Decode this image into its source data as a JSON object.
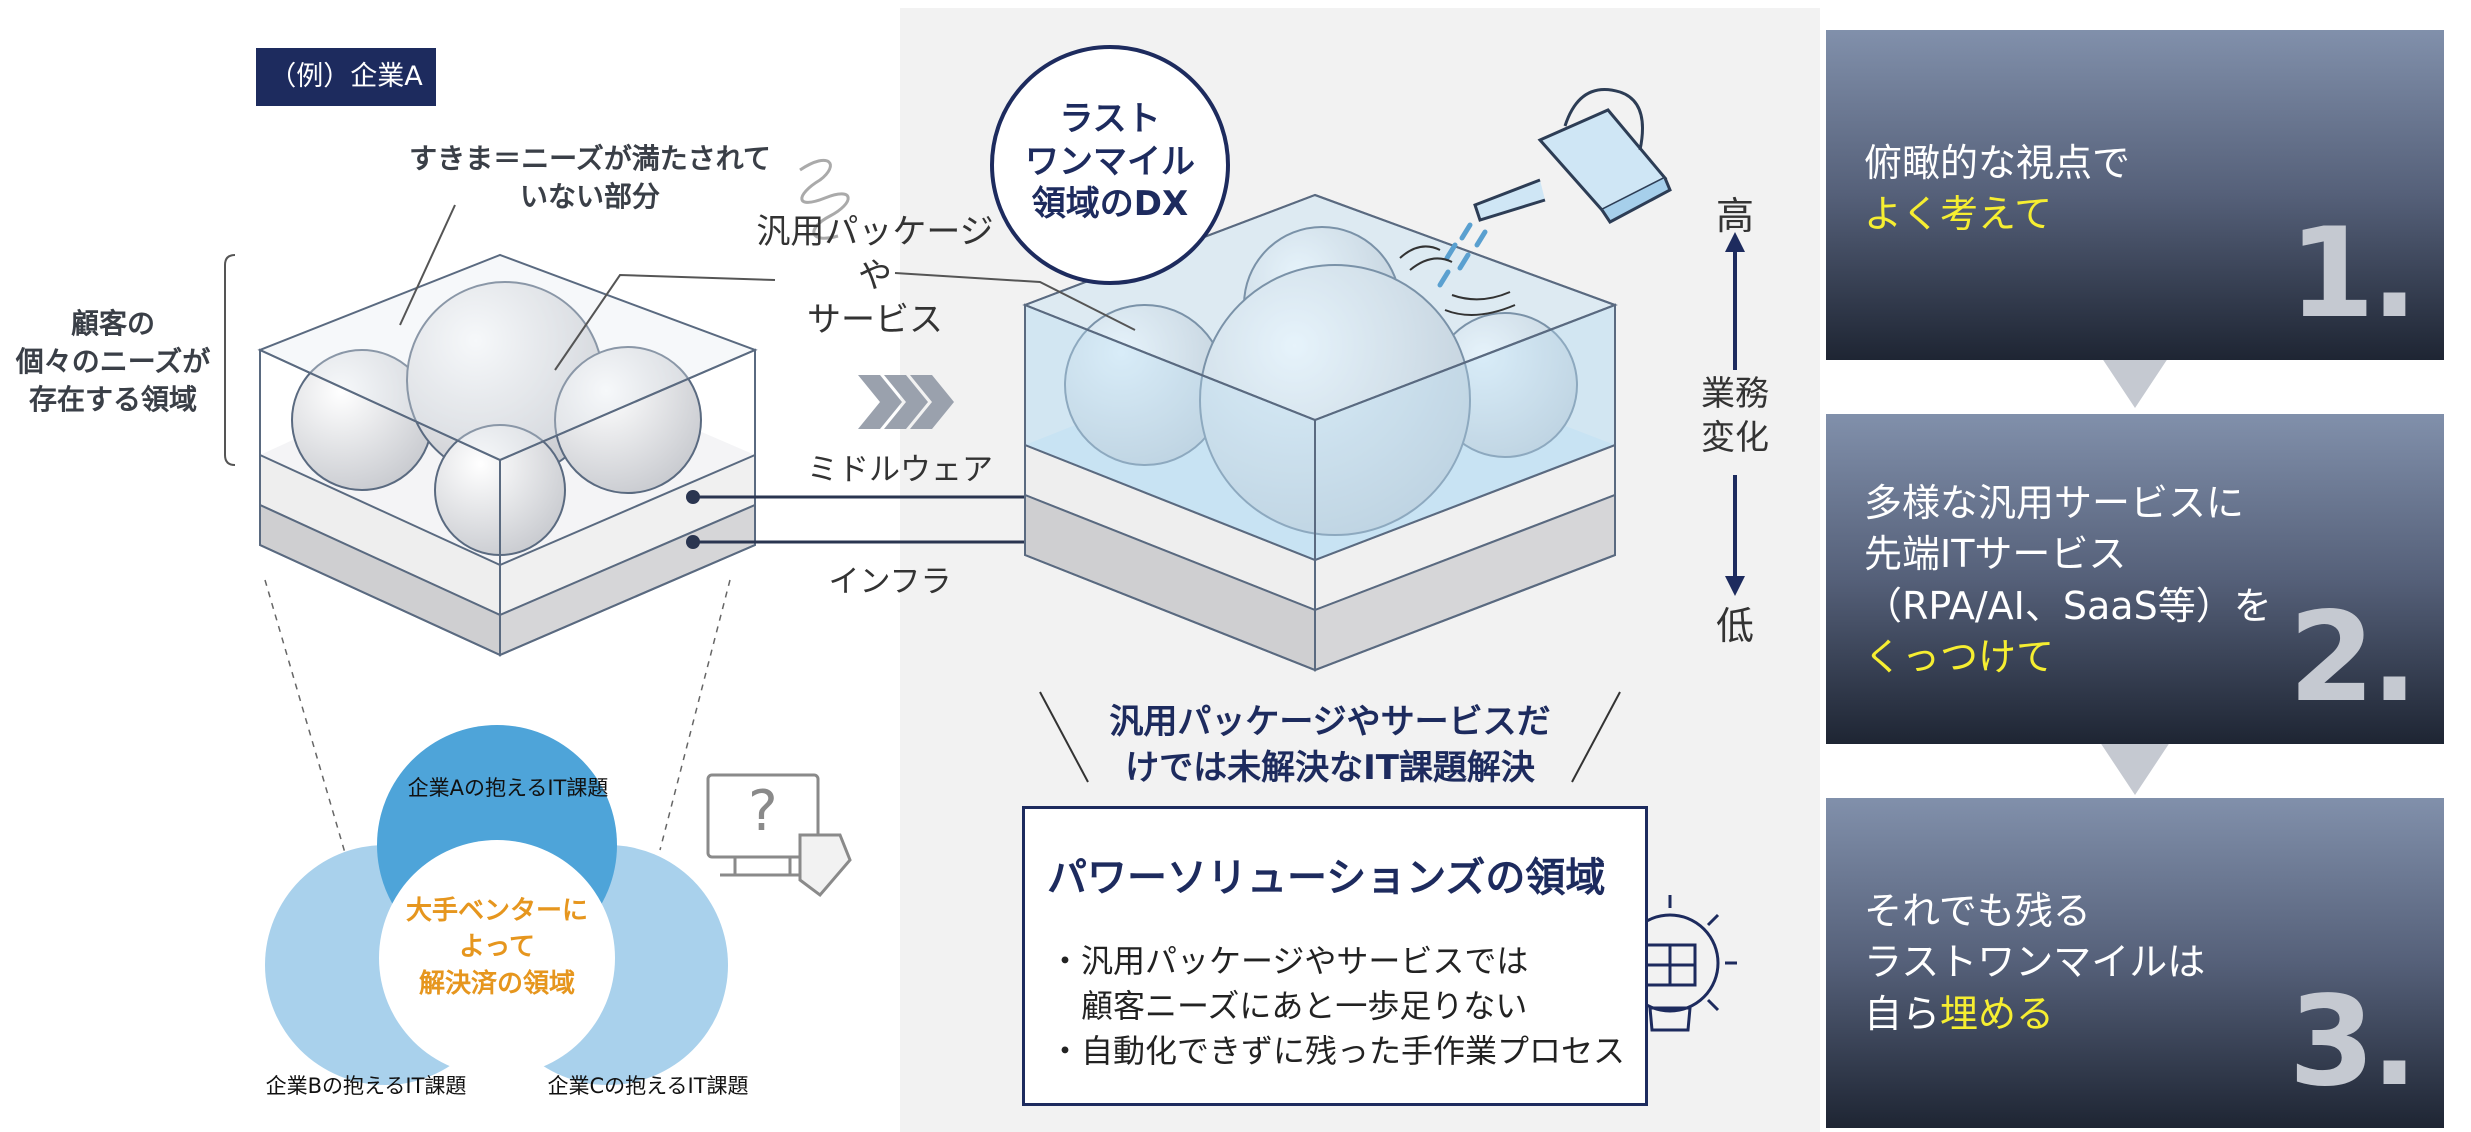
{
  "example_badge": "（例）企業A",
  "left": {
    "gap_label_line1": "すきま＝ニーズが満たされて",
    "gap_label_line2": "いない部分",
    "customer_area_line1": "顧客の",
    "customer_area_line2": "個々のニーズが",
    "customer_area_line3": "存在する領域"
  },
  "middle": {
    "package_line1": "汎用パッケージ",
    "package_line2": "や",
    "package_line3": "サービス",
    "middleware": "ミドルウェア",
    "infra": "インフラ",
    "last_mile_line1": "ラスト",
    "last_mile_line2": "ワンマイル",
    "last_mile_line3": "領域のDX"
  },
  "scale": {
    "high": "高",
    "label_line1": "業務",
    "label_line2": "変化",
    "low": "低"
  },
  "venn": {
    "a": "企業Aの抱えるIT課題",
    "b": "企業Bの抱えるIT課題",
    "c": "企業Cの抱えるIT課題",
    "center_line1": "大手ベンターに",
    "center_line2": "よって",
    "center_line3": "解決済の領域"
  },
  "headline_line1": "汎用パッケージやサービスだ",
  "headline_line2": "けでは未解決なIT課題解決",
  "solutions_box": {
    "title": "パワーソリューションズの領域",
    "bullet1_line1": "・汎用パッケージやサービスでは",
    "bullet1_line2": "　顧客ニーズにあと一歩足りない",
    "bullet2": "・自動化できずに残った手作業プロセス"
  },
  "steps": [
    {
      "line1": "俯瞰的な視点で",
      "highlight": "よく考えて",
      "number": "1."
    },
    {
      "line1": "多様な汎用サービスに",
      "line2": "先端ITサービス",
      "line3": "（RPA/AI、SaaS等）を",
      "highlight": "くっつけて",
      "number": "2."
    },
    {
      "line1": "それでも残る",
      "line2": "ラストワンマイルは",
      "prefix": "自ら",
      "highlight": "埋める",
      "number": "3."
    }
  ],
  "colors": {
    "navy": "#1d2b5e",
    "orange": "#e6961e",
    "venn_light": "#a9d1ec",
    "venn_dark": "#4ea4d9",
    "highlight_yellow": "#f6ee31"
  }
}
